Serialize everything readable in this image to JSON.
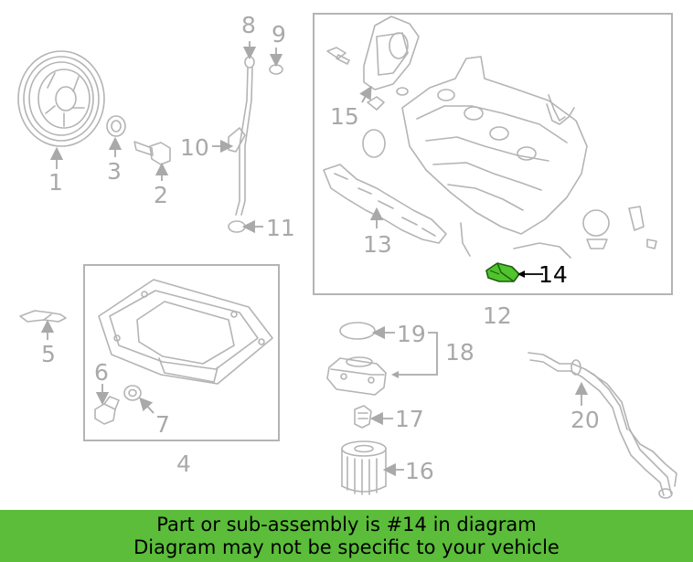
{
  "labels": {
    "p1": "1",
    "p2": "2",
    "p3": "3",
    "p4": "4",
    "p5": "5",
    "p6": "6",
    "p7": "7",
    "p8": "8",
    "p9": "9",
    "p10": "10",
    "p11": "11",
    "p12": "12",
    "p13": "13",
    "p14": "14",
    "p15": "15",
    "p16": "16",
    "p17": "17",
    "p18": "18",
    "p19": "19",
    "p20": "20"
  },
  "highlight": {
    "part": "14",
    "color": "#4fc42c"
  },
  "banner": {
    "line1": "Part or sub-assembly is #14 in diagram",
    "line2": "Diagram may not be specific to your vehicle",
    "color": "#5bbd3a"
  }
}
